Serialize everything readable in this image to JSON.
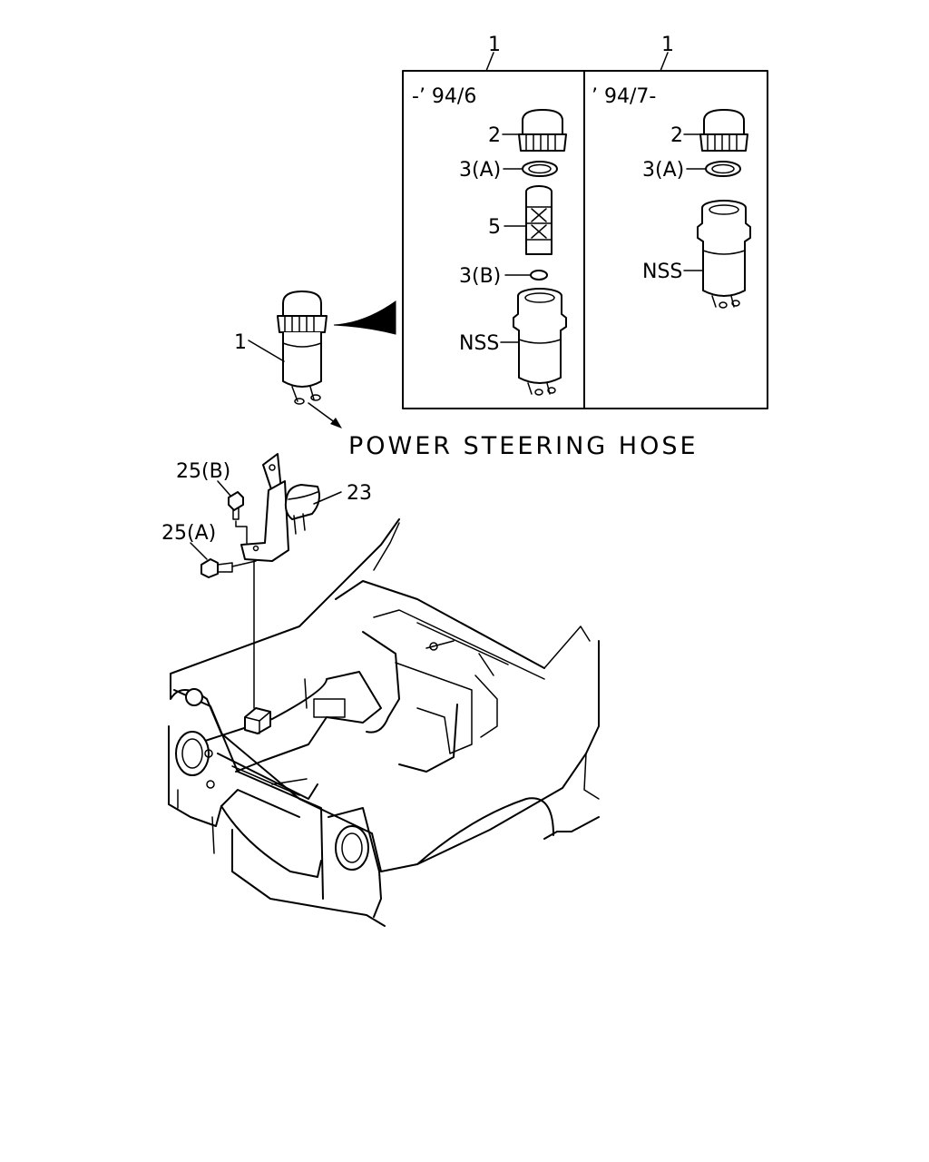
{
  "callouts": {
    "assembly_left": "1",
    "assembly_right": "1",
    "assembly_main": "1",
    "cap_left": "2",
    "cap_right": "2",
    "seal_a_left": "3(A)",
    "seal_a_right": "3(A)",
    "filter": "5",
    "seal_b": "3(B)",
    "nss_left": "NSS",
    "nss_right": "NSS",
    "bracket": "23",
    "bolt_b": "25(B)",
    "bolt_a": "25(A)"
  },
  "variants": {
    "early": "-’ 94/6",
    "late": "’ 94/7-"
  },
  "hose_label": "POWER STEERING HOSE"
}
